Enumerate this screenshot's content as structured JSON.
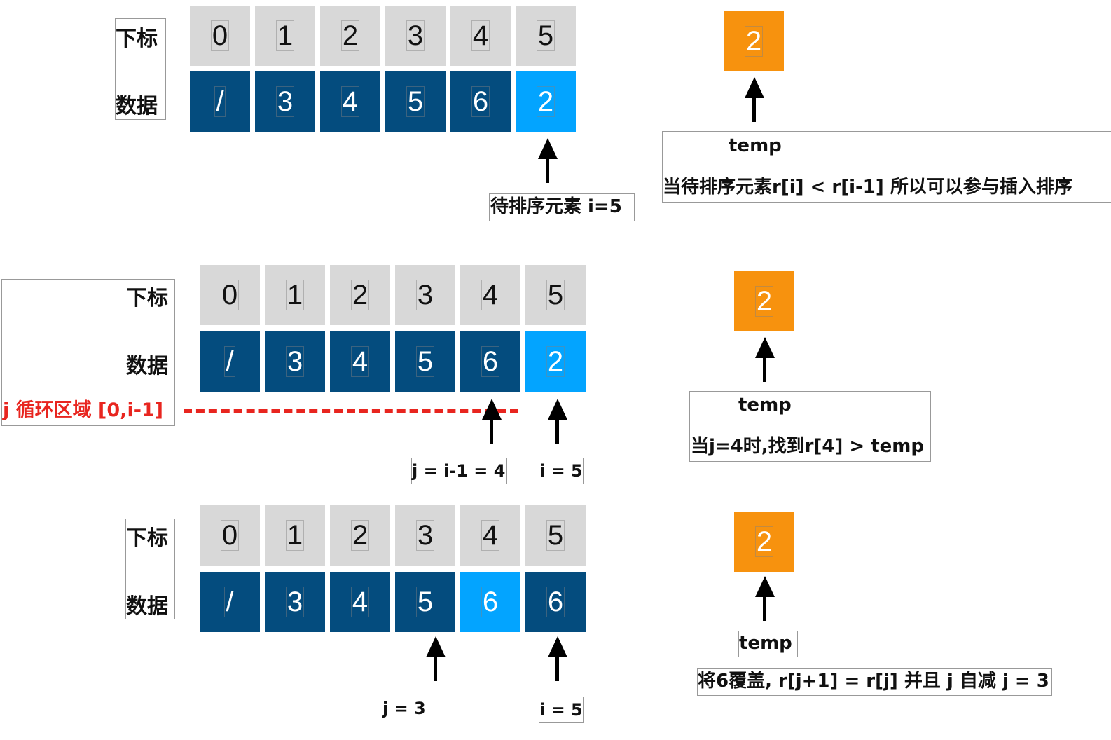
{
  "labels": {
    "index": "下标",
    "data": "数据",
    "temp": "temp"
  },
  "row1": {
    "indices": [
      "0",
      "1",
      "2",
      "3",
      "4",
      "5"
    ],
    "values": [
      "/",
      "3",
      "4",
      "5",
      "6",
      "2"
    ],
    "temp_value": "2",
    "pointer_label": "待排序元素 i=5",
    "note": "当待排序元素r[i] < r[i-1] 所以可以参与插入排序"
  },
  "row2": {
    "indices": [
      "0",
      "1",
      "2",
      "3",
      "4",
      "5"
    ],
    "values": [
      "/",
      "3",
      "4",
      "5",
      "6",
      "2"
    ],
    "temp_value": "2",
    "loop_label": "j 循环区域 [0,i-1]",
    "j_label": "j = i-1 = 4",
    "i_label": "i = 5",
    "note": "当j=4时,找到r[4] > temp"
  },
  "row3": {
    "indices": [
      "0",
      "1",
      "2",
      "3",
      "4",
      "5"
    ],
    "values": [
      "/",
      "3",
      "4",
      "5",
      "6",
      "6"
    ],
    "temp_value": "2",
    "j_label": "j = 3",
    "i_label": "i = 5",
    "note": "将6覆盖, r[j+1] = r[j] 并且 j 自减 j = 3"
  },
  "colors": {
    "index_cell": "#d8d8d8",
    "data_cell": "#044c7e",
    "highlight_cell": "#03a4ff",
    "temp_cell": "#f7920e",
    "loop_line": "#e8251f"
  }
}
